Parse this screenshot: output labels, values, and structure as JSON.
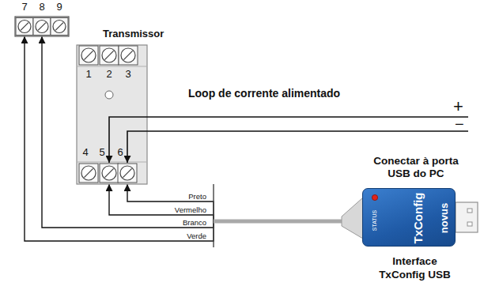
{
  "diagram": {
    "nodes": [
      {
        "text": [
          "7",
          "8",
          "9"
        ]
      },
      {
        "text": [
          "Transmissor",
          "1",
          "2",
          "3",
          "4",
          "5",
          "6"
        ]
      },
      {
        "text": [
          "STATUS",
          "TxConfig",
          "novus"
        ]
      }
    ],
    "edges": [
      {
        "from": 2,
        "to": 1,
        "label": "Preto",
        "arrow": "to"
      },
      {
        "from": 2,
        "to": 1,
        "label": "Vermelho",
        "arrow": "to"
      },
      {
        "from": 2,
        "to": 0,
        "label": "Branco",
        "arrow": "to"
      },
      {
        "from": 2,
        "to": 0,
        "label": "Verde",
        "arrow": "to"
      }
    ],
    "labels": [
      "Loop de corrente alimentado",
      "+",
      "−",
      "Conectar à porta USB do PC",
      "Interface TxConfig USB"
    ]
  }
}
